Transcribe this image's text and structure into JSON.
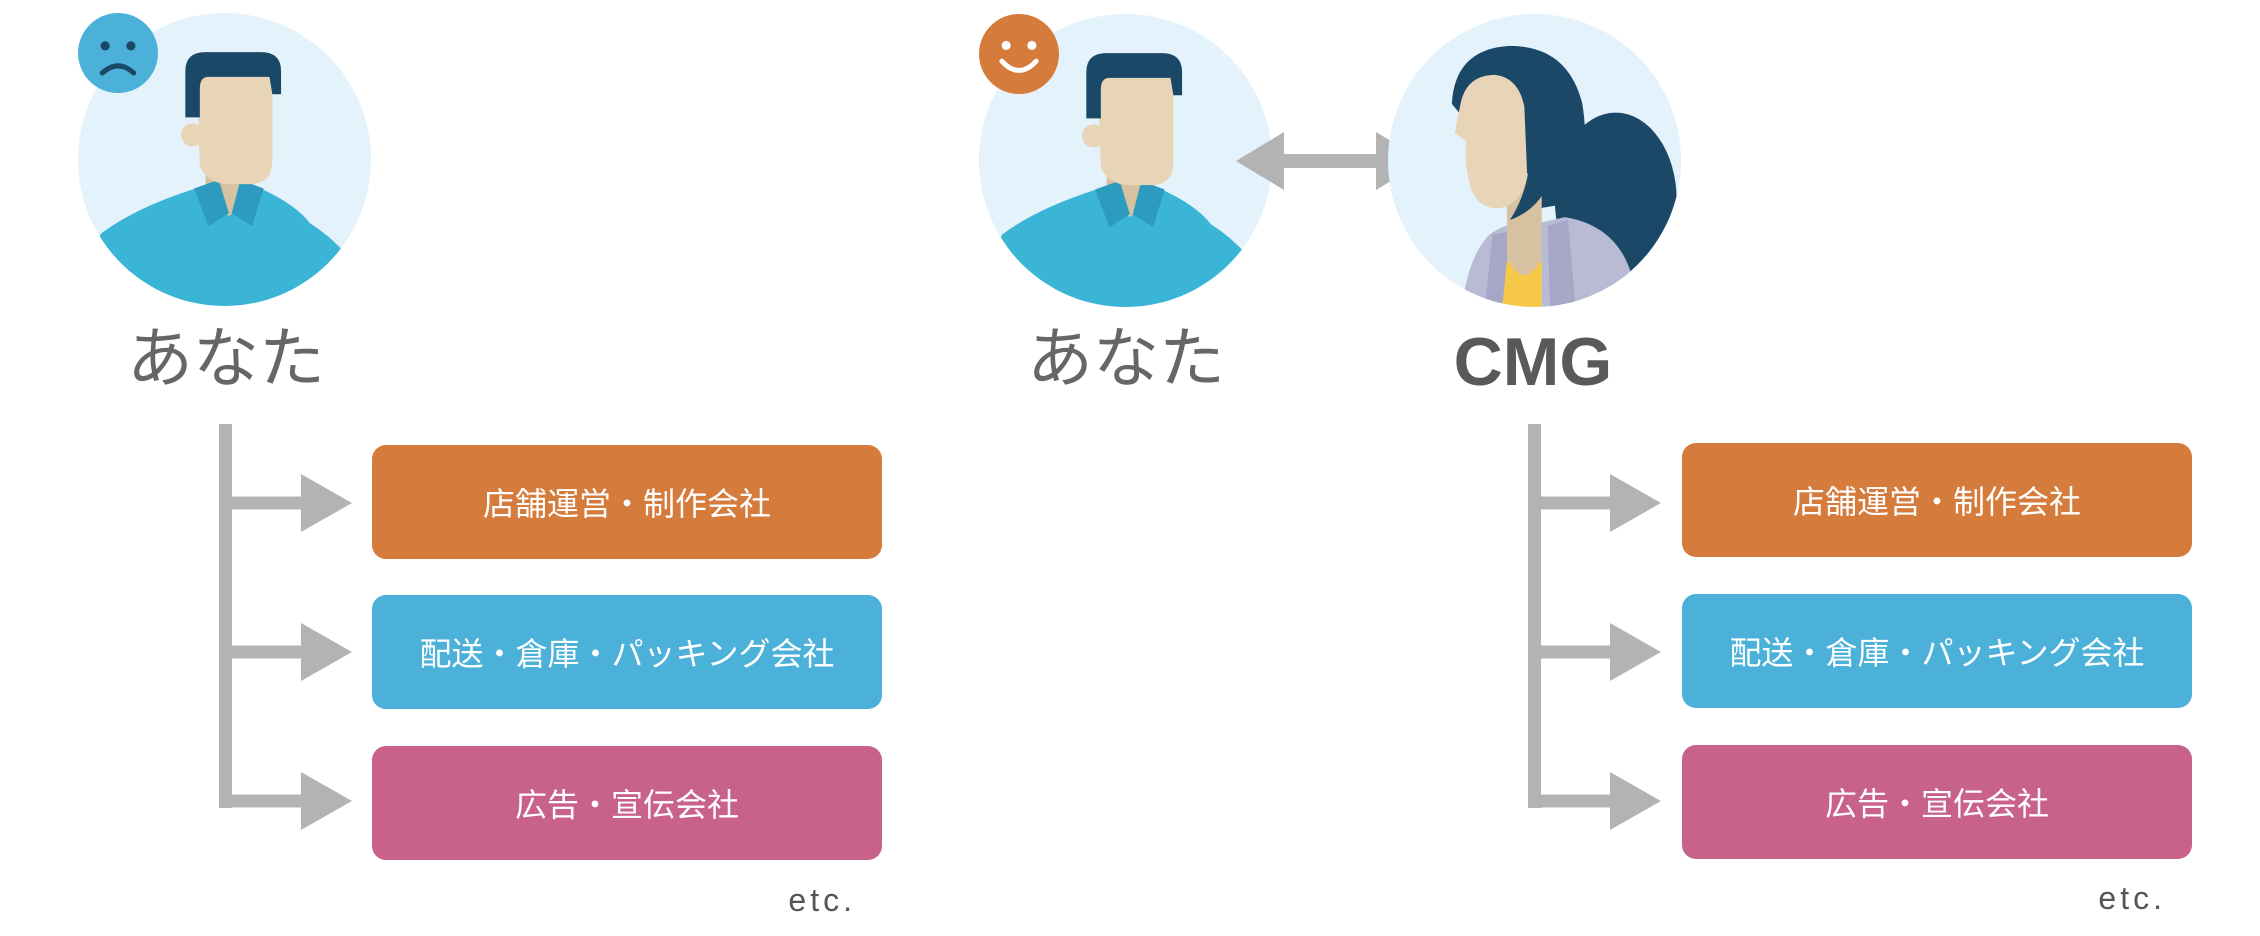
{
  "palette": {
    "orange": "#D57B3C",
    "blue": "#4BB1D8",
    "pink": "#C9628B",
    "arrow_gray": "#B3B3B3",
    "avatar_background": "#E4F2FB",
    "hair_navy": "#1B4866"
  },
  "left_scenario": {
    "mood_badge": {
      "icon": "sad-face-icon",
      "color": "#4BB1D8"
    },
    "avatar": {
      "icon": "man-avatar-icon"
    },
    "person_label": "あなた",
    "companies": [
      {
        "label": "店舗運営・制作会社",
        "color": "#D57B3C"
      },
      {
        "label": "配送・倉庫・パッキング会社",
        "color": "#4BB1D8"
      },
      {
        "label": "広告・宣伝会社",
        "color": "#C9628B"
      }
    ],
    "etc_label": "etc."
  },
  "right_scenario": {
    "mood_badge": {
      "icon": "happy-face-icon",
      "color": "#D57B3C"
    },
    "avatar": {
      "icon": "man-avatar-icon"
    },
    "link_icon": "double-arrow-icon",
    "partner_avatar": {
      "icon": "woman-avatar-icon"
    },
    "person_label": "あなた",
    "partner_label": "CMG",
    "companies": [
      {
        "label": "店舗運営・制作会社",
        "color": "#D57B3C"
      },
      {
        "label": "配送・倉庫・パッキング会社",
        "color": "#4BB1D8"
      },
      {
        "label": "広告・宣伝会社",
        "color": "#C9628B"
      }
    ],
    "etc_label": "etc."
  }
}
